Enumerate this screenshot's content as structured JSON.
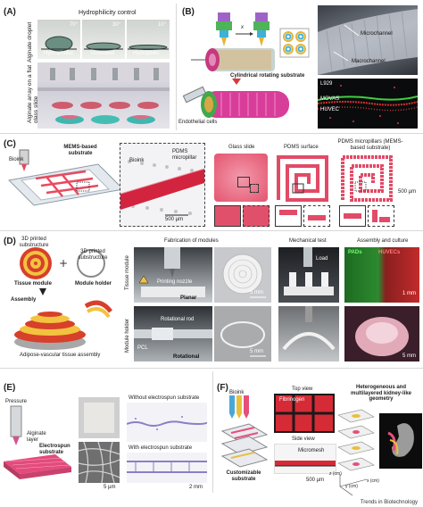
{
  "panelA": {
    "label": "(A)",
    "title": "Hydrophilicity control",
    "side_top": "Alginate droplet",
    "side_bottom": "Alginate array on a flat glass slide",
    "angles": [
      "70°",
      "30°",
      "10°"
    ],
    "captions": [
      "Hydrophobic",
      "Untreated",
      "Hydrophilic"
    ]
  },
  "panelB": {
    "label": "(B)",
    "substrate": "Cylindrical rotating substrate",
    "cells": "Endothelial cells",
    "microchannel": "Microchannel",
    "macrochannel": "Macrochannel",
    "l929": "L929",
    "movas": "MOVAS",
    "huvec": "HUVEC",
    "axis": "x"
  },
  "panelC": {
    "label": "(C)",
    "bioink": "Bioink",
    "mems": "MEMS-based substrate",
    "bioink2": "Bioink",
    "pdms_pillar": "PDMS micropillar",
    "scale1": "500 µm",
    "glass": "Glass slide",
    "pdms_surface": "PDMS surface",
    "pdms_micropillars": "PDMS micropillars (MEMS-based substrate)",
    "scale2": "500 µm"
  },
  "panelD": {
    "label": "(D)",
    "substructure1": "3D printed substructure",
    "substructure2": "3D printed substructure",
    "tissue_module": "Tissue module",
    "module_holder": "Module holder",
    "assembly": "Assembly",
    "adipose": "Adipose-vascular tissue assembly",
    "fabrication": "Fabrication of modules",
    "mechanical": "Mechanical test",
    "assembly_culture": "Assembly and culture",
    "row_tissue": "Tissue module",
    "row_holder": "Module holder",
    "nozzle": "Printing nozzle",
    "planar": "Planar",
    "rod": "Rotational rod",
    "pcl": "PCL",
    "rotational": "Rotational",
    "scale_a": "5 mm",
    "scale_b": "5 mm",
    "load": "Load",
    "pads": "PADs",
    "huveds": "HUVECs",
    "scale_c": "1 mm",
    "scale_d": "5 mm"
  },
  "panelE": {
    "label": "(E)",
    "pressure": "Pressure",
    "alginate": "Alginate layer",
    "electrospun": "Electrospun substrate",
    "without": "Without electrospun substrate",
    "with": "With electrospun substrate",
    "scale1": "5 µm",
    "scale2": "2 mm"
  },
  "panelF": {
    "label": "(F)",
    "bioink": "Bioink",
    "customizable": "Customizable substrate",
    "top_view": "Top view",
    "fibrinogen": "Fibrinogen",
    "side_view": "Side view",
    "micromesh": "Micromesh",
    "scale": "500 µm",
    "heterogeneous": "Heterogeneous and multilayered kidney-like geometry",
    "ax_x": "x (cm)",
    "ax_y": "y (cm)",
    "ax_z": "z (cm)"
  },
  "footer": "Trends in Biotechnology"
}
